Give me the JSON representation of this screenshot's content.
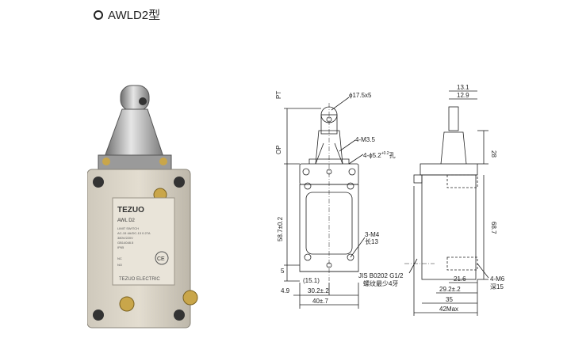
{
  "header": {
    "model_title": "AWLD2型"
  },
  "product_photo": {
    "brand": "TEZUO",
    "model": "AWL D2",
    "nameplate_lines": [
      "LIMIT SWITCH",
      "AC-15 4A/DC-13 0.27A",
      "380V/220V",
      "GB14048.5",
      "IP65",
      "NC",
      "NO"
    ],
    "footer_text": "TEZUO ELECTRIC",
    "cert_mark": "CE"
  },
  "front_view": {
    "dims": {
      "pt": "PT",
      "op": "OP",
      "roller": "ϕ17.5x5",
      "m35": "4-M3.5",
      "hole_prefix": "4-ϕ5.2",
      "hole_tol": "+0.2",
      "hole_tol2": "0",
      "hole_suffix": "孔",
      "height": "58.7±0.2",
      "m4": "3-M4",
      "m4_depth": "长13",
      "dim5": "5",
      "dim49": "4.9",
      "dim15": "(15.1)",
      "dim302": "30.2",
      "dim302tol": "±.2",
      "dim40": "40",
      "dim40tol": "±.7"
    }
  },
  "side_view": {
    "dims": {
      "w131": "13.1",
      "w129": "12.9",
      "h28": "28",
      "h687": "68.7",
      "jis": "JIS B0202 G1/2",
      "jis2": "螺纹最少4牙",
      "d216": "21.6",
      "d292": "29.2",
      "d292tol": "±.2",
      "m6": "4-M6",
      "m6_depth": "深15",
      "d35": "35",
      "d42": "42Max"
    }
  }
}
